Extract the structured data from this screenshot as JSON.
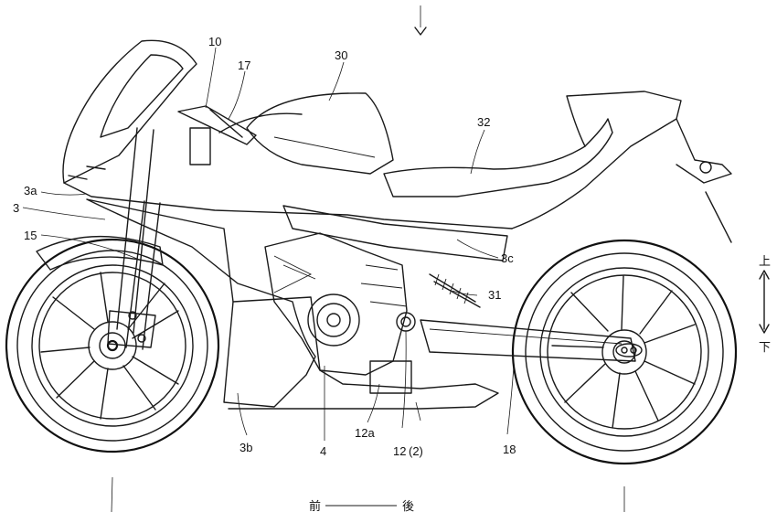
{
  "labels": {
    "l10": "10",
    "l17": "17",
    "l30": "30",
    "l32": "32",
    "l3a": "3a",
    "l3": "3",
    "l15": "15",
    "l3c": "3c",
    "l31": "31",
    "l3b": "3b",
    "l4": "4",
    "l12a": "12a",
    "l12": "12",
    "l12_2": "(2)",
    "l18": "18"
  },
  "direction": {
    "up": "上",
    "down": "下",
    "front": "前",
    "rear": "後"
  }
}
